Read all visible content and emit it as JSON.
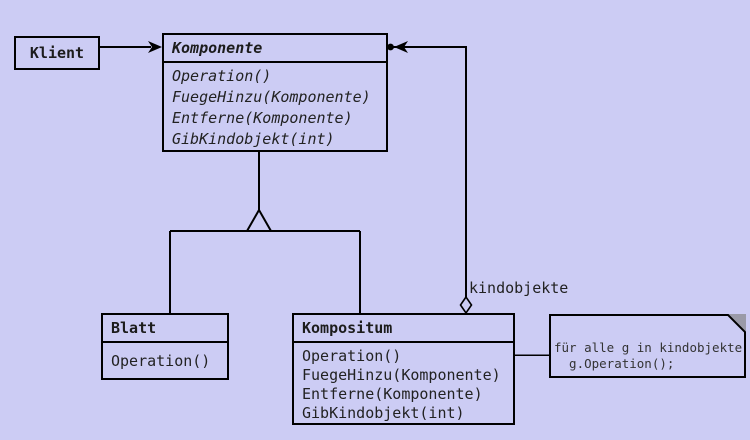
{
  "colors": {
    "background": "#ccccf4",
    "line": "#000000",
    "note_fold": "#9a9aa8"
  },
  "classes": {
    "klient": {
      "name": "Klient",
      "methods": []
    },
    "komponente": {
      "name": "Komponente",
      "abstract": true,
      "methods": [
        "Operation()",
        "FuegeHinzu(Komponente)",
        "Entferne(Komponente)",
        "GibKindobjekt(int)"
      ]
    },
    "blatt": {
      "name": "Blatt",
      "methods": [
        "Operation()"
      ]
    },
    "kompositum": {
      "name": "Kompositum",
      "methods": [
        "Operation()",
        "FuegeHinzu(Komponente)",
        "Entferne(Komponente)",
        "GibKindobjekt(int)"
      ]
    }
  },
  "labels": {
    "aggregation_role": "kindobjekte"
  },
  "note": {
    "lines": [
      "für alle g in kindobjekte",
      "  g.Operation();"
    ]
  },
  "relationships": [
    {
      "type": "association",
      "from": "Klient",
      "to": "Komponente"
    },
    {
      "type": "generalization",
      "from": "Blatt",
      "to": "Komponente"
    },
    {
      "type": "generalization",
      "from": "Kompositum",
      "to": "Komponente"
    },
    {
      "type": "aggregation",
      "from": "Kompositum",
      "to": "Komponente",
      "role": "kindobjekte"
    },
    {
      "type": "note-anchor",
      "from": "Kompositum.Operation()",
      "to": "note"
    }
  ]
}
